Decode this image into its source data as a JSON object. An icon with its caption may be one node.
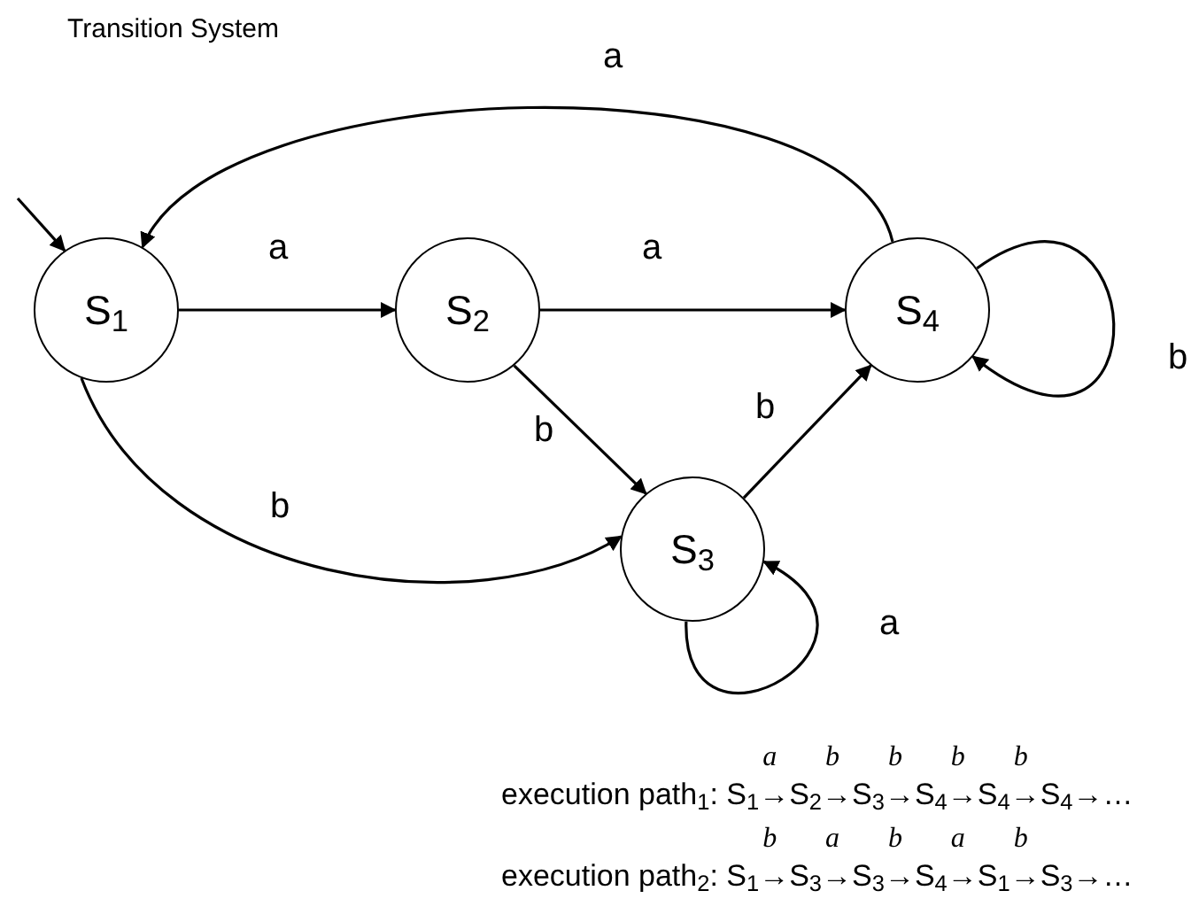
{
  "diagram": {
    "title": "Transition System",
    "nodes": [
      {
        "text": [
          "S$_{1}$"
        ]
      },
      {
        "text": [
          "S$_{2}$"
        ]
      },
      {
        "text": [
          "S$_{3}$"
        ]
      },
      {
        "text": [
          "S$_{4}$"
        ]
      }
    ],
    "edges": [
      {
        "from": null,
        "to": 0,
        "arrow": "to"
      },
      {
        "from": 0,
        "to": 1,
        "arrow": "to",
        "label": "a"
      },
      {
        "from": 1,
        "to": 3,
        "arrow": "to",
        "label": "a"
      },
      {
        "from": 1,
        "to": 2,
        "arrow": "to",
        "label": "b"
      },
      {
        "from": 2,
        "to": 3,
        "arrow": "to",
        "label": "b"
      },
      {
        "from": 3,
        "to": 0,
        "arrow": "to",
        "label": "a"
      },
      {
        "from": 0,
        "to": 2,
        "arrow": "to",
        "label": "b"
      },
      {
        "from": 3,
        "to": 3,
        "arrow": "to",
        "label": "b"
      },
      {
        "from": 2,
        "to": 2,
        "arrow": "to",
        "label": "a"
      }
    ],
    "labels": [
      "a",
      "b",
      "b",
      "b",
      "b",
      "execution path$_{1}$: S$_{1}$",
      "→S$_{2}$",
      "→S$_{3}$",
      "→S$_{4}$",
      "→S$_{4}$",
      "→S$_{4}$",
      "→…",
      "b",
      "a",
      "b",
      "a",
      "b",
      "execution path$_{2}$: S$_{1}$",
      "→S$_{3}$",
      "→S$_{3}$",
      "→S$_{4}$",
      "→S$_{1}$",
      "→S$_{3}$",
      "→…"
    ]
  }
}
